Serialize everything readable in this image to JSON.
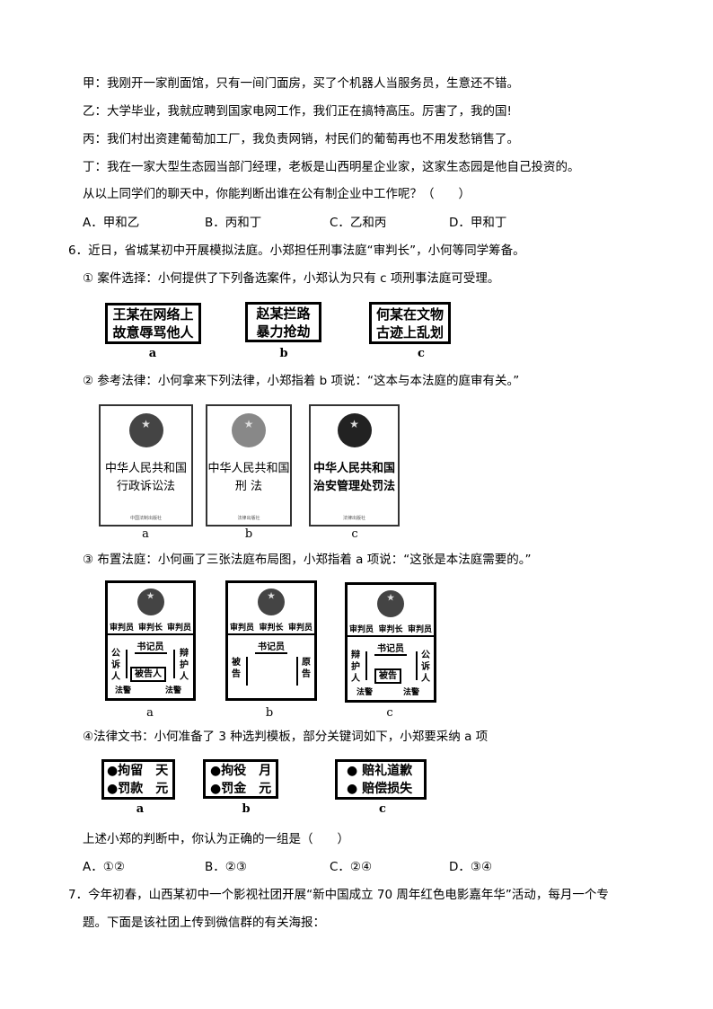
{
  "q5": {
    "lines": [
      "甲：我刚开一家削面馆，只有一间门面房，买了个机器人当服务员，生意还不错。",
      "乙：大学毕业，我就应聘到国家电网工作，我们正在搞特高压。厉害了，我的国!",
      "丙：我们村出资建葡萄加工厂，我负责网销，村民们的葡萄再也不用发愁销售了。",
      "丁：我在一家大型生态园当部门经理，老板是山西明星企业家，这家生态园是他自己投资的。",
      "从以上同学们的聊天中，你能判断出谁在公有制企业中工作呢？（　　）"
    ],
    "options": [
      "A．甲和乙",
      "B．丙和丁",
      "C．乙和丙",
      "D．甲和丁"
    ]
  },
  "q6": {
    "stem": "6．近日，省城某初中开展模拟法庭。小郑担任刑事法庭“审判长”，小何等同学筹备。",
    "step1": "①  案件选择：小何提供了下列备选案件，小郑认为只有 c 项刑事法庭可受理。",
    "cases": [
      {
        "l1": "王某在网络上",
        "l2": "故意辱骂他人",
        "label": "a"
      },
      {
        "l1": "赵某拦路",
        "l2": "暴力抢劫",
        "label": "b"
      },
      {
        "l1": "何某在文物",
        "l2": "古迹上乱划",
        "label": "c"
      }
    ],
    "step2": "②  参考法律：小何拿来下列法律，小郑指着 b 项说：“这本与本法庭的庭审有关。”",
    "books": [
      {
        "l1": "中华人民共和国",
        "l2": "行政诉讼法",
        "pub": "中国法制出版社",
        "label": "a"
      },
      {
        "l1": "中华人民共和国",
        "l2": "刑  法",
        "pub": "法律出版社",
        "label": "b"
      },
      {
        "l1": "中华人民共和国",
        "l2": "治安管理处罚法",
        "pub": "法律出版社",
        "label": "c"
      }
    ],
    "step3": "③  布置法庭：小何画了三张法庭布局图，小郑指着 a 项说：“这张是本法庭需要的。”",
    "court": {
      "judge": "审判员",
      "chief": "审判长",
      "clerk": "书记员",
      "police": "法警"
    },
    "courts": [
      {
        "left": "公诉人",
        "right": "辩护人",
        "dock": "被告人",
        "label": "a"
      },
      {
        "left": "被告",
        "right": "原告",
        "dock": "",
        "label": "b"
      },
      {
        "left": "辩护人",
        "right": "公诉人",
        "dock": "被告",
        "label": "c"
      }
    ],
    "step4": "④法律文书：小何准备了 3 种选判模板，部分关键词如下，小郑要采纳 a 项",
    "templates": [
      {
        "l1": "●拘留　天",
        "l2": "●罚款　元",
        "label": "a"
      },
      {
        "l1": "●拘役　月",
        "l2": "●罚金　元",
        "label": "b"
      },
      {
        "l1": "● 赔礼道歉",
        "l2": "● 赔偿损失",
        "label": "c"
      }
    ],
    "question": "上述小郑的判断中，你认为正确的一组是（　　）",
    "options": [
      "A．①②",
      "B．②③",
      "C．②④",
      "D．③④"
    ]
  },
  "q7": {
    "l1": "7．今年初春，山西某初中一个影视社团开展“新中国成立 70 周年红色电影嘉年华”活动，每月一个专",
    "l2": "题。下面是该社团上传到微信群的有关海报："
  }
}
